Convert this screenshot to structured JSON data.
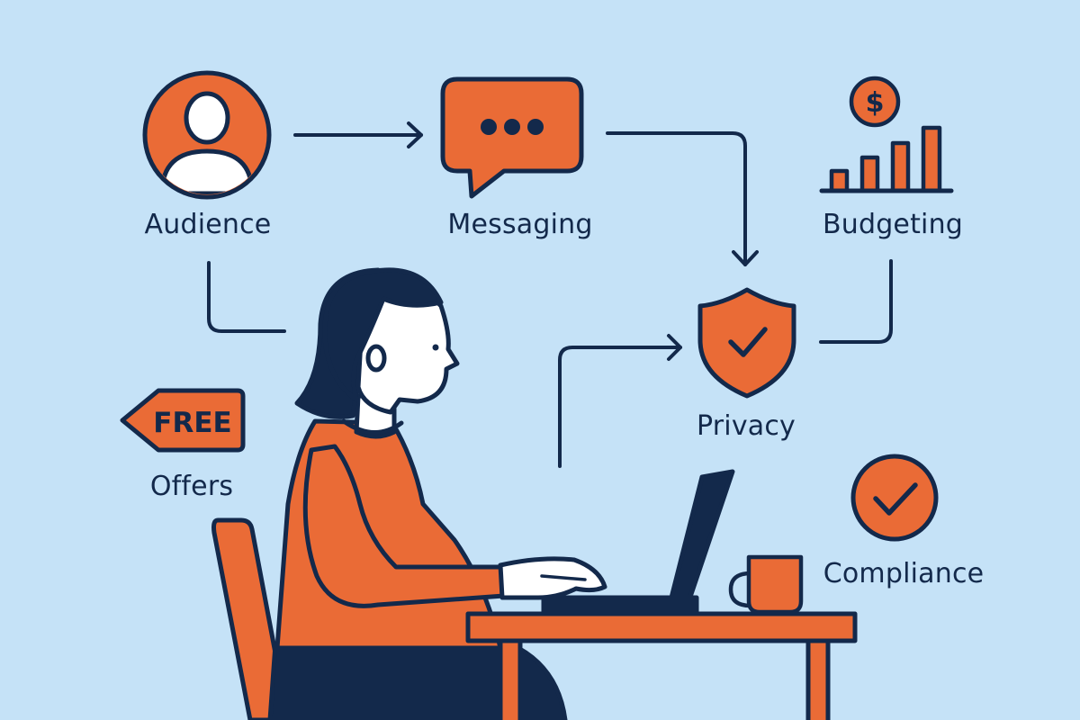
{
  "colors": {
    "background": "#c5e2f7",
    "accent": "#ea6b36",
    "ink": "#13294b",
    "white": "#ffffff"
  },
  "nodes": {
    "audience": {
      "label": "Audience",
      "icon": "user-avatar-icon"
    },
    "messaging": {
      "label": "Messaging",
      "icon": "chat-bubble-icon"
    },
    "budgeting": {
      "label": "Budgeting",
      "icon": "bar-chart-dollar-icon"
    },
    "privacy": {
      "label": "Privacy",
      "icon": "shield-check-icon"
    },
    "offers": {
      "label": "Offers",
      "icon": "price-tag-icon",
      "tag_text": "FREE"
    },
    "compliance": {
      "label": "Compliance",
      "icon": "check-circle-icon"
    }
  },
  "connectors": [
    {
      "from": "audience",
      "to": "messaging",
      "arrow": true
    },
    {
      "from": "messaging",
      "to": "privacy",
      "arrow": true
    },
    {
      "from": "budgeting",
      "to": "privacy",
      "arrow": false
    },
    {
      "from": "laptop",
      "to": "privacy",
      "arrow": true
    },
    {
      "from": "audience",
      "to": "person",
      "arrow": false
    }
  ]
}
